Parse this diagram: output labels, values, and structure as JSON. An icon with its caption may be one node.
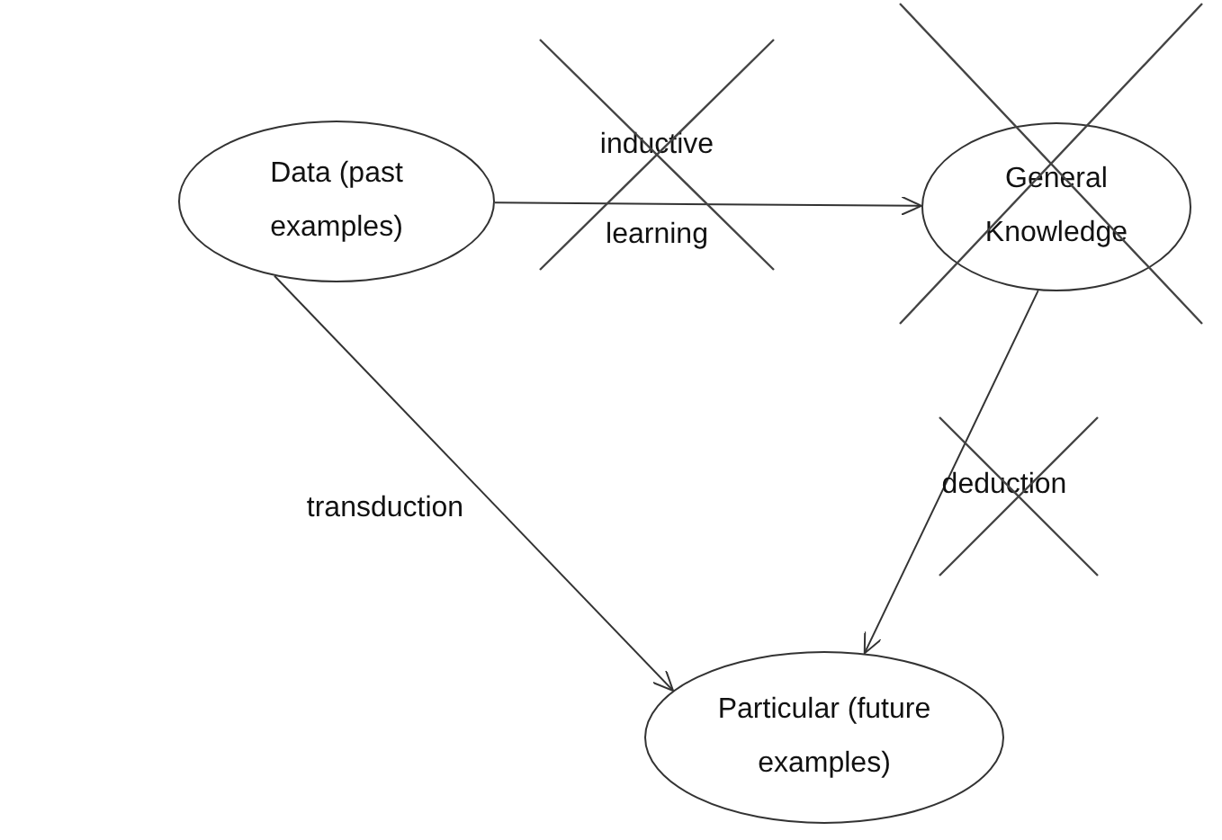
{
  "diagram": {
    "nodes": [
      {
        "text": [
          "Data (past examples)"
        ]
      },
      {
        "text": [
          "General Knowledge"
        ]
      },
      {
        "text": [
          "Particular (future examples)"
        ]
      }
    ],
    "edges": [
      {
        "from": 0,
        "to": 1,
        "arrow": "to",
        "label": "inductive learning"
      },
      {
        "from": 0,
        "to": 2,
        "arrow": "to",
        "label": "transduction"
      },
      {
        "from": 1,
        "to": 2,
        "arrow": "to",
        "label": "deduction"
      }
    ]
  }
}
